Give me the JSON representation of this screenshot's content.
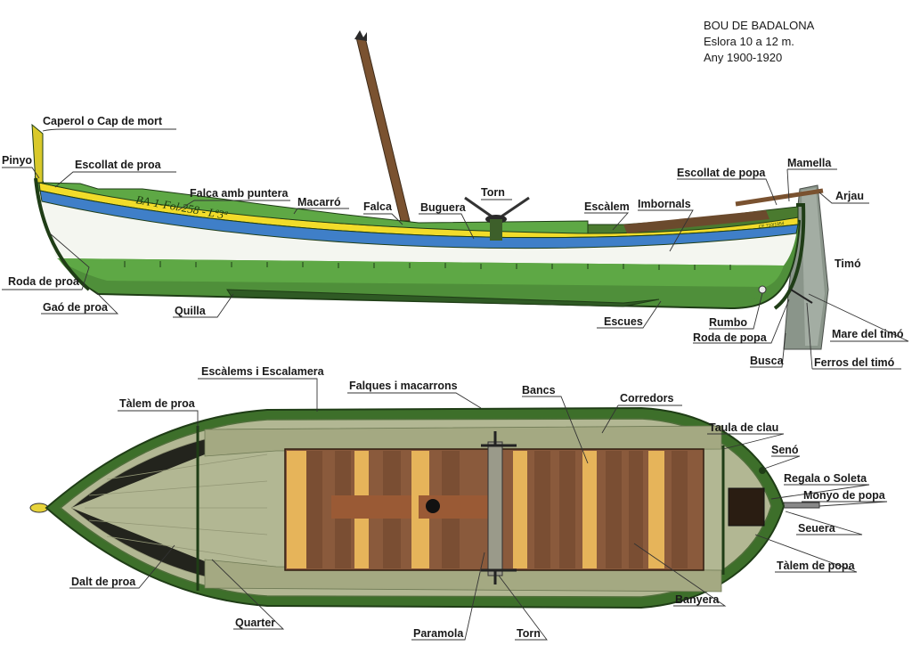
{
  "title": {
    "line1": "BOU DE BADALONA",
    "line2": "Eslora 10 a 12 m.",
    "line3": "Any 1900-1920"
  },
  "side_view": {
    "registration": "BA-1-Fol 258 - Lª3ª",
    "stern_mark": "CF 710/1954",
    "labels": {
      "caperol": "Caperol  o Cap de mort",
      "pinyo": "Pinyo",
      "escollat_proa": "Escollat de proa",
      "falca_puntera": "Falca amb puntera",
      "macarro": "Macarró",
      "falca": "Falca",
      "buguera": "Buguera",
      "torn": "Torn",
      "escalem": "Escàlem",
      "imbornals": "Imbornals",
      "escollat_popa": "Escollat de popa",
      "mamella": "Mamella",
      "arjau": "Arjau",
      "timo": "Timó",
      "roda_proa": "Roda de proa",
      "gao_proa": "Gaó de proa",
      "quilla": "Quilla",
      "escues": "Escues",
      "rumbo": "Rumbo",
      "roda_popa": "Roda de popa",
      "mare_timo": "Mare del timó",
      "busca": "Busca",
      "ferros_timo": "Ferros del timó"
    }
  },
  "top_view": {
    "labels": {
      "escalems": "Escàlems i Escalamera",
      "falques": "Falques i macarrons",
      "bancs": "Bancs",
      "corredors": "Corredors",
      "talem_proa": "Tàlem de proa",
      "taula_clau": "Taula de clau",
      "seno": "Senó",
      "regala": "Regala o Soleta",
      "monyo": "Monyo de popa",
      "seuera": "Seuera",
      "talem_popa": "Tàlem de popa",
      "dalt_proa": "Dalt de proa",
      "quarter": "Quarter",
      "paramola": "Paramola",
      "torn": "Torn",
      "banyera": "Banyera"
    }
  },
  "colors": {
    "hull_green": "#4f8f3a",
    "deck_green": "#5ea845",
    "topside_white": "#f4f6f0",
    "stripe_yellow": "#f2dc2a",
    "stripe_blue": "#3f7fc8",
    "wood_brown": "#8a5a3c",
    "wood_light": "#e6b45a",
    "deck_wood": "#a8ad88"
  }
}
